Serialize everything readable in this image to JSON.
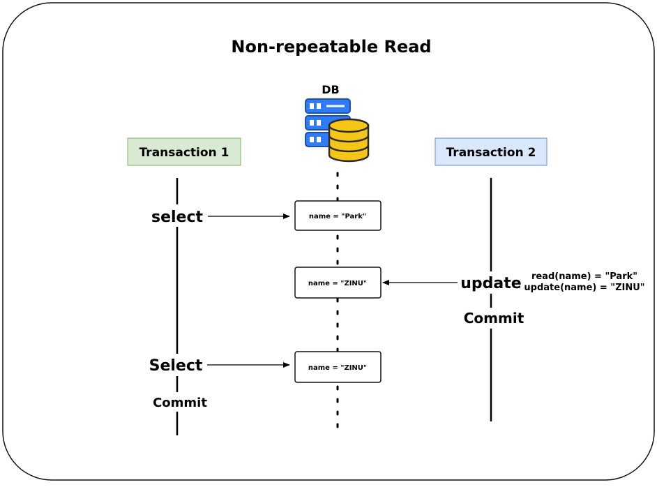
{
  "title": "Non-repeatable Read",
  "db": {
    "label": "DB",
    "icon": "database-server-icon",
    "colors": {
      "server": "#2f7cf6",
      "server_dark": "#1f4fa8",
      "cylinder": "#f5c518",
      "cylinder_dark": "#2b2b2b"
    }
  },
  "transaction1": {
    "label": "Transaction 1",
    "fill": "#d9ead3",
    "stroke": "#82b366",
    "ops": {
      "select1": "select",
      "select2": "Select",
      "commit": "Commit"
    }
  },
  "transaction2": {
    "label": "Transaction 2",
    "fill": "#dae8fc",
    "stroke": "#6c8ebf",
    "ops": {
      "update": "update",
      "commit": "Commit"
    },
    "notes": {
      "read": "read(name) = \"Park\"",
      "update": "update(name) = \"ZINU\""
    }
  },
  "values": {
    "first": "name = \"Park\"",
    "second": "name = \"ZINU\"",
    "third": "name = \"ZINU\""
  }
}
